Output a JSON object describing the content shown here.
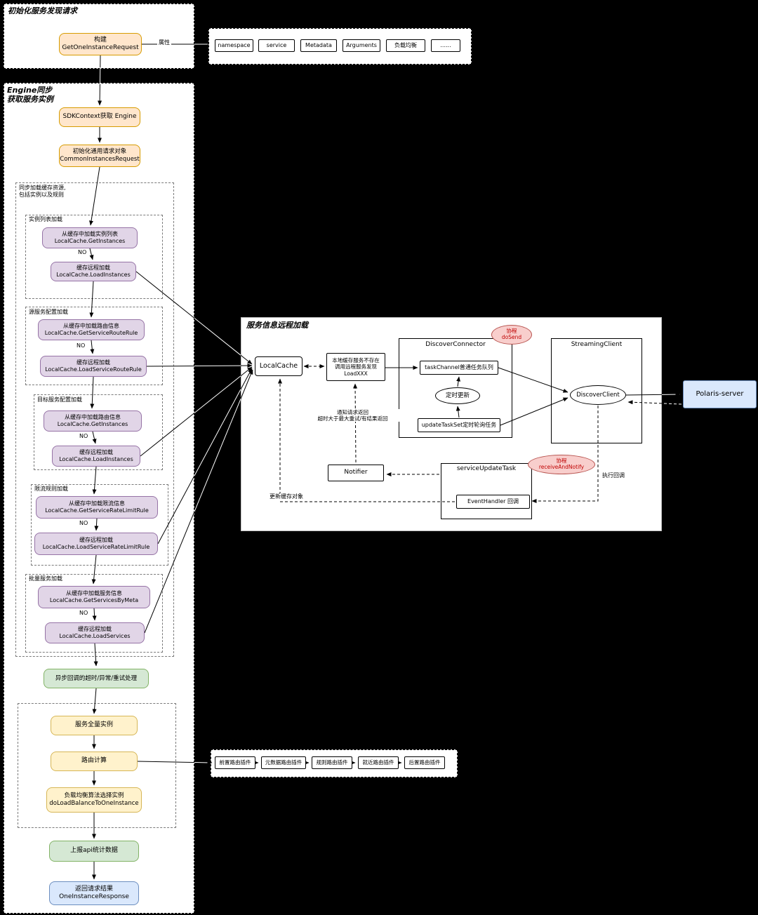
{
  "colors": {
    "background": "#000000",
    "panel": "#ffffff",
    "orange_fill": "#ffe6cc",
    "orange_border": "#d79b00",
    "purple_fill": "#e1d5e7",
    "purple_border": "#9673a6",
    "green_fill": "#d5e8d4",
    "green_border": "#82b366",
    "yellow_fill": "#fff2cc",
    "yellow_border": "#d6b656",
    "blue_fill": "#dae8fc",
    "blue_border": "#6c8ebf",
    "pink_fill": "#f8cecc",
    "pink_border": "#b85450"
  },
  "init_panel": {
    "title": "初始化服务发现请求",
    "build_box": "构建\nGetOneInstanceRequest",
    "edge_label": "属性"
  },
  "attr_panel": {
    "items": [
      "namespace",
      "service",
      "Metadata",
      "Arguments",
      "负载均衡",
      "......"
    ]
  },
  "engine_panel": {
    "title": "Engine同步\n获取服务实例",
    "sdk_context": "SDKContext获取 Engine",
    "common_request": "初始化通用请求对象\nCommonInstancesRequest",
    "cache_section_title": "同步加载缓存资源,\n包括实例以及规则",
    "no_label": "NO",
    "groups": [
      {
        "title": "实例列表加载",
        "get": "从缓存中加载实例列表\nLocalCache.GetInstances",
        "load": "缓存远程加载\nLocalCache.LoadInstances"
      },
      {
        "title": "源服务配置加载",
        "get": "从缓存中加载路由信息\nLocalCache.GetServiceRouteRule",
        "load": "缓存远程加载\nLocalCache.LoadServiceRouteRule"
      },
      {
        "title": "目标服务配置加载",
        "get": "从缓存中加载路由信息\nLocalCache.GetInstances",
        "load": "缓存远程加载\nLocalCache.LoadInstances"
      },
      {
        "title": "限流规则加载",
        "get": "从缓存中加载限流信息\nLocalCache.GetServiceRateLimitRule",
        "load": "缓存远程加载\nLocalCache.LoadServiceRateLimitRule"
      },
      {
        "title": "批量服务加载",
        "get": "从缓存中加载服务信息\nLocalCache.GetServicesByMeta",
        "load": "缓存远程加载\nLocalCache.LoadServices"
      }
    ],
    "async_retry": "异步回调的超时/异常/重试处理",
    "full_instances": "服务全量实例",
    "route_calc": "路由计算",
    "load_balance": "负载均衡算法选择实例\ndoLoadBalanceToOneInstance",
    "report_api": "上报api统计数据",
    "response": "返回请求结果\nOneInstanceResponse"
  },
  "remote_panel": {
    "title": "服务信息远程加载",
    "local_cache": "LocalCache",
    "load_xxx": "本地缓存服务不存在\n调用远程服务发现\nLoadXXX",
    "discover_connector": "DiscoverConnector",
    "task_channel": "taskChannel普通任务队列",
    "timer_update": "定时更新",
    "update_task_set": "updateTaskSet定时轮询任务",
    "streaming_client": "StreamingClient",
    "discover_client": "DiscoverClient",
    "coroutine_do_send": "协程\ndoSend",
    "coroutine_receive": "协程\nreceiveAndNotify",
    "notifier": "Notifier",
    "service_update_task": "serviceUpdateTask",
    "event_handler": "EventHandler 回调",
    "notify_return_label": "通知请求返回\n超时大于最大重试/有结果返回",
    "update_cache_label": "更新缓存对象",
    "exec_callback_label": "执行回调"
  },
  "polaris_server": "Polaris-server",
  "router_panel": {
    "items": [
      "前置路由插件",
      "元数据路由插件",
      "规则路由插件",
      "就近路由插件",
      "后置路由插件"
    ]
  }
}
